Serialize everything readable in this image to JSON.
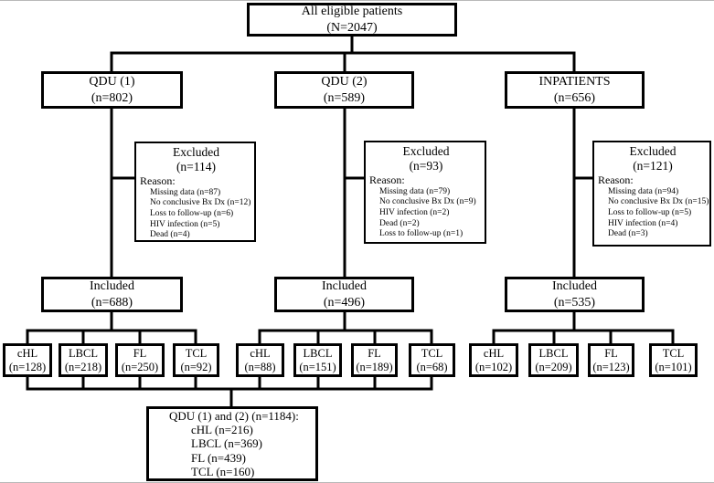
{
  "figure": {
    "root": {
      "title": "All eligible patients",
      "n": "(N=2047)"
    },
    "groups": [
      {
        "name": "QDU (1)",
        "n": "(n=802)",
        "excluded": {
          "title": "Excluded",
          "n": "(n=114)",
          "reason_label": "Reason:",
          "reasons": [
            "Missing data (n=87)",
            "No conclusive Bx Dx (n=12)",
            "Loss to follow-up (n=6)",
            "HIV infection (n=5)",
            "Dead (n=4)"
          ]
        },
        "included": {
          "title": "Included",
          "n": "(n=688)"
        },
        "subtypes": [
          {
            "label": "cHL",
            "n": "(n=128)"
          },
          {
            "label": "LBCL",
            "n": "(n=218)"
          },
          {
            "label": "FL",
            "n": "(n=250)"
          },
          {
            "label": "TCL",
            "n": "(n=92)"
          }
        ]
      },
      {
        "name": "QDU (2)",
        "n": "(n=589)",
        "excluded": {
          "title": "Excluded",
          "n": "(n=93)",
          "reason_label": "Reason:",
          "reasons": [
            "Missing data (n=79)",
            "No conclusive Bx Dx (n=9)",
            "HIV infection (n=2)",
            "Dead (n=2)",
            "Loss to follow-up (n=1)"
          ]
        },
        "included": {
          "title": "Included",
          "n": "(n=496)"
        },
        "subtypes": [
          {
            "label": "cHL",
            "n": "(n=88)"
          },
          {
            "label": "LBCL",
            "n": "(n=151)"
          },
          {
            "label": "FL",
            "n": "(n=189)"
          },
          {
            "label": "TCL",
            "n": "(n=68)"
          }
        ]
      },
      {
        "name": "INPATIENTS",
        "n": "(n=656)",
        "excluded": {
          "title": "Excluded",
          "n": "(n=121)",
          "reason_label": "Reason:",
          "reasons": [
            "Missing data (n=94)",
            "No conclusive Bx Dx (n=15)",
            "Loss to follow-up (n=5)",
            "HIV infection (n=4)",
            "Dead (n=3)"
          ]
        },
        "included": {
          "title": "Included",
          "n": "(n=535)"
        },
        "subtypes": [
          {
            "label": "cHL",
            "n": "(n=102)"
          },
          {
            "label": "LBCL",
            "n": "(n=209)"
          },
          {
            "label": "FL",
            "n": "(n=123)"
          },
          {
            "label": "TCL",
            "n": "(n=101)"
          }
        ]
      }
    ],
    "summary": {
      "title": "QDU (1) and (2) (n=1184):",
      "items": [
        "cHL (n=216)",
        "LBCL (n=369)",
        "FL (n=439)",
        "TCL (n=160)"
      ]
    }
  }
}
